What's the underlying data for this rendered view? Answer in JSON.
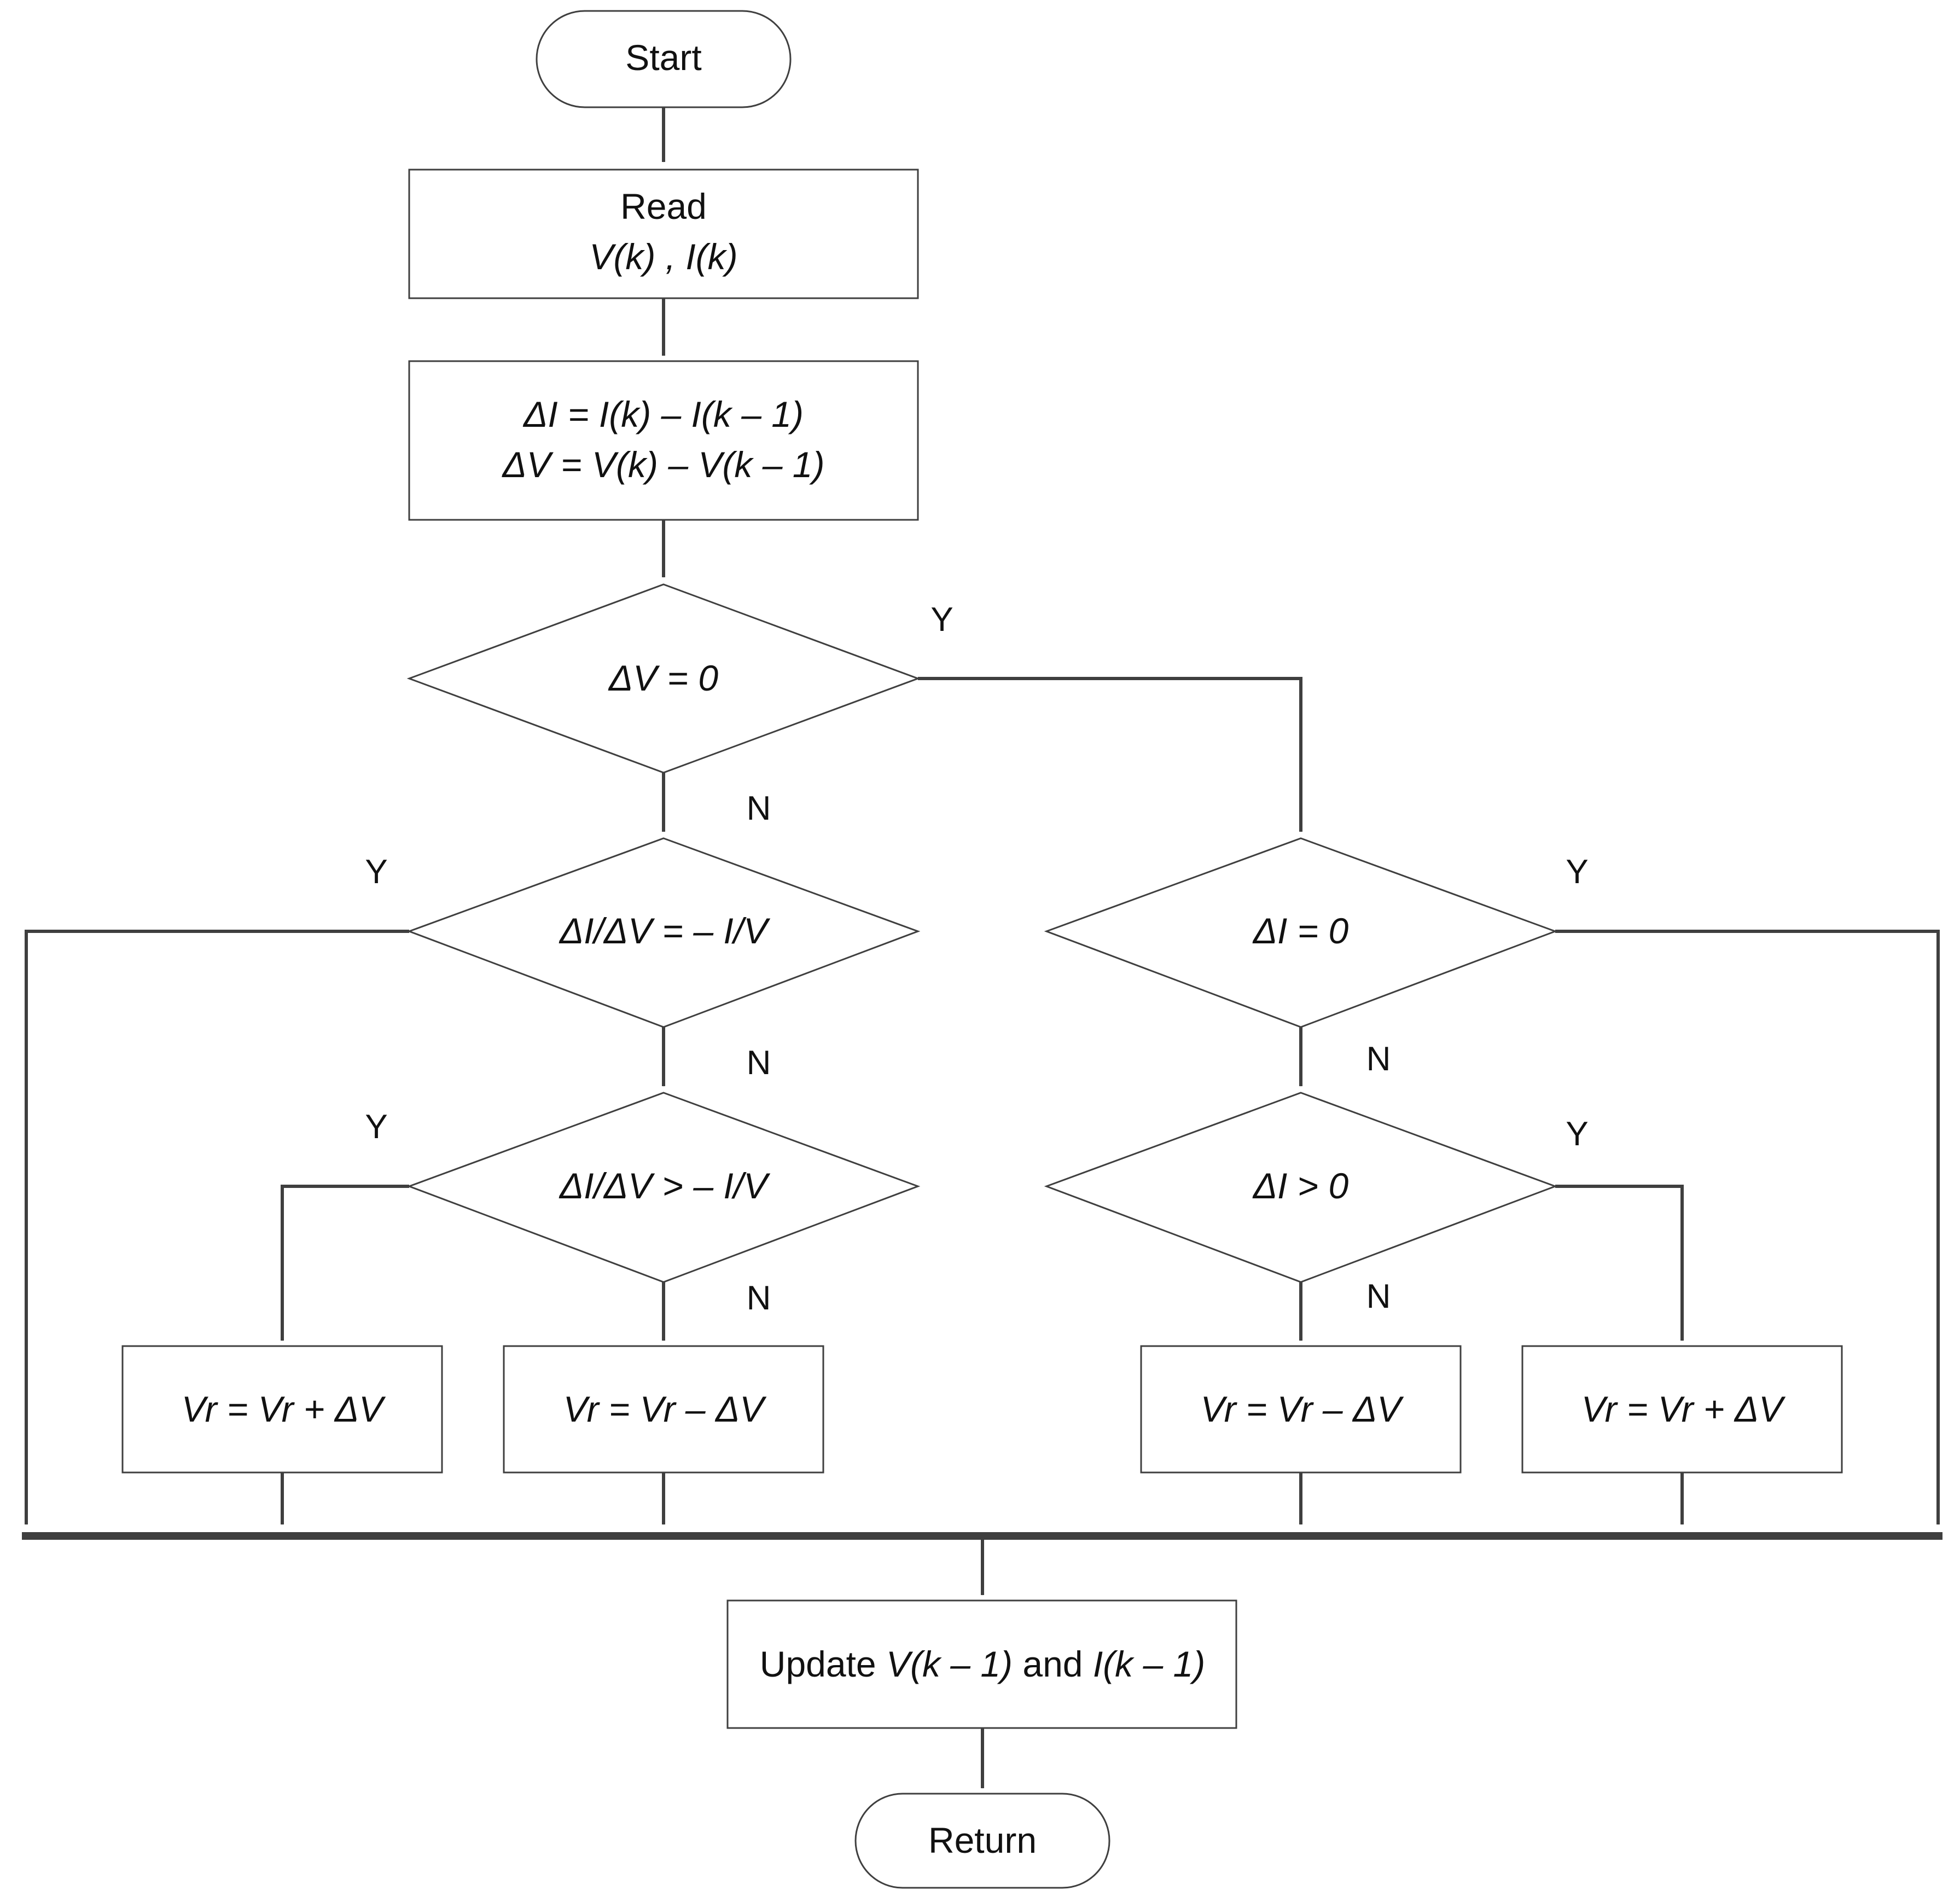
{
  "nodes": {
    "start": "Start",
    "read": {
      "title": "Read",
      "vars": "V(k) , I(k)"
    },
    "deltas": {
      "line1": "ΔI = I(k) – I(k – 1)",
      "line2": "ΔV = V(k) – V(k – 1)"
    },
    "cond_dv_zero": "ΔV = 0",
    "cond_ratio_eq": "ΔI/ΔV = – I/V",
    "cond_ratio_gt": "ΔI/ΔV > – I/V",
    "cond_di_zero": "ΔI = 0",
    "cond_di_gt": "ΔI > 0",
    "vr_plus_left": "Vr = Vr + ΔV",
    "vr_minus_left": "Vr = Vr – ΔV",
    "vr_minus_right": "Vr = Vr – ΔV",
    "vr_plus_right": "Vr = Vr + ΔV",
    "update": {
      "prefix": "Update ",
      "v": "V(k – 1)",
      "mid": " and ",
      "i": "I(k – 1)"
    },
    "return": "Return"
  },
  "branches": {
    "dv_zero_yes": "Y",
    "dv_zero_no": "N",
    "ratio_eq_yes": "Y",
    "ratio_eq_no": "N",
    "ratio_gt_yes": "Y",
    "ratio_gt_no": "N",
    "di_zero_yes": "Y",
    "di_zero_no": "N",
    "di_gt_yes": "Y",
    "di_gt_no": "N"
  }
}
